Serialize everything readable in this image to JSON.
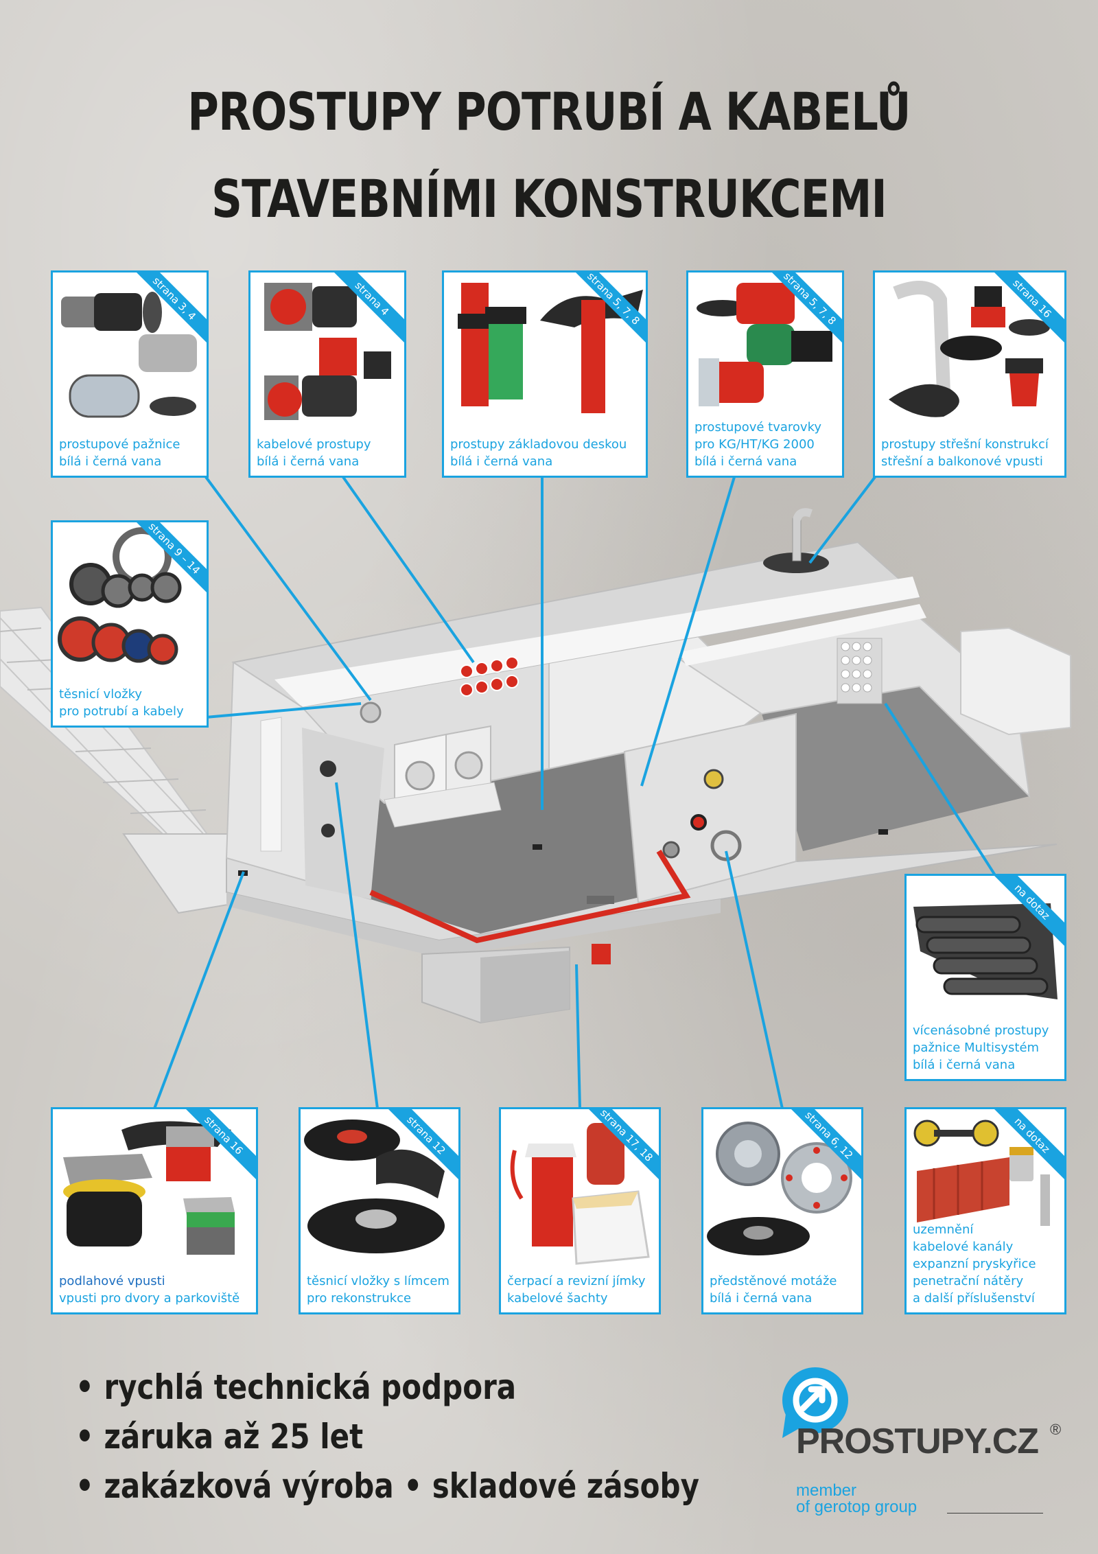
{
  "title": {
    "line1": "PROSTUPY POTRUBÍ A KABELŮ",
    "line2": "STAVEBNÍMI KONSTRUKCEMI"
  },
  "accent_color": "#1aa3e0",
  "cards": {
    "pazenice": {
      "ribbon": "strana 3, 4",
      "lines": [
        "prostupové pažnice",
        "bílá i černá vana"
      ]
    },
    "kabelove": {
      "ribbon": "strana 4",
      "lines": [
        "kabelové prostupy",
        "bílá i černá vana"
      ]
    },
    "zakladova": {
      "ribbon": "strana 5, 7, 8",
      "lines": [
        "prostupy základovou deskou",
        "bílá i černá vana"
      ]
    },
    "tvarovky": {
      "ribbon": "strana 5, 7, 8",
      "lines": [
        "prostupové tvarovky",
        "pro KG/HT/KG 2000",
        "bílá i černá vana"
      ]
    },
    "strecha": {
      "ribbon": "strana 16",
      "lines": [
        "prostupy střešní konstrukcí",
        "střešní a balkonové vpusti"
      ]
    },
    "vlozky": {
      "ribbon": "strana 9 – 14",
      "lines": [
        "těsnicí vložky",
        "pro potrubí a kabely"
      ]
    },
    "multisystem": {
      "ribbon": "na dotaz",
      "lines": [
        "vícenásobné prostupy",
        "pažnice Multisystém",
        "bílá i černá vana"
      ]
    },
    "vpusti": {
      "ribbon": "strana 16",
      "lines": [
        "podlahové vpusti",
        "vpusti pro dvory a parkoviště"
      ]
    },
    "limec": {
      "ribbon": "strana 12",
      "lines": [
        "těsnicí vložky s límcem",
        "pro rekonstrukce"
      ]
    },
    "jimky": {
      "ribbon": "strana 17, 18",
      "lines": [
        "čerpací a revizní jímky",
        "kabelové šachty"
      ]
    },
    "motaze": {
      "ribbon": "strana 6, 12",
      "lines": [
        "předstěnové motáže",
        "bílá i černá vana"
      ]
    },
    "prislusenstvi": {
      "ribbon": "na dotaz",
      "lines": [
        "uzemnění",
        "kabelové kanály",
        "expanzní pryskyřice",
        "penetrační nátěry",
        "a další příslušenství"
      ]
    }
  },
  "bullets": [
    "• rychlá technická podpora",
    "• záruka až 25 let",
    "• zakázková výroba • skladové zásoby"
  ],
  "logo": {
    "name": "PROSTUPY.CZ",
    "reg": "®",
    "sub1": "member",
    "sub2": "of gerotop group"
  }
}
